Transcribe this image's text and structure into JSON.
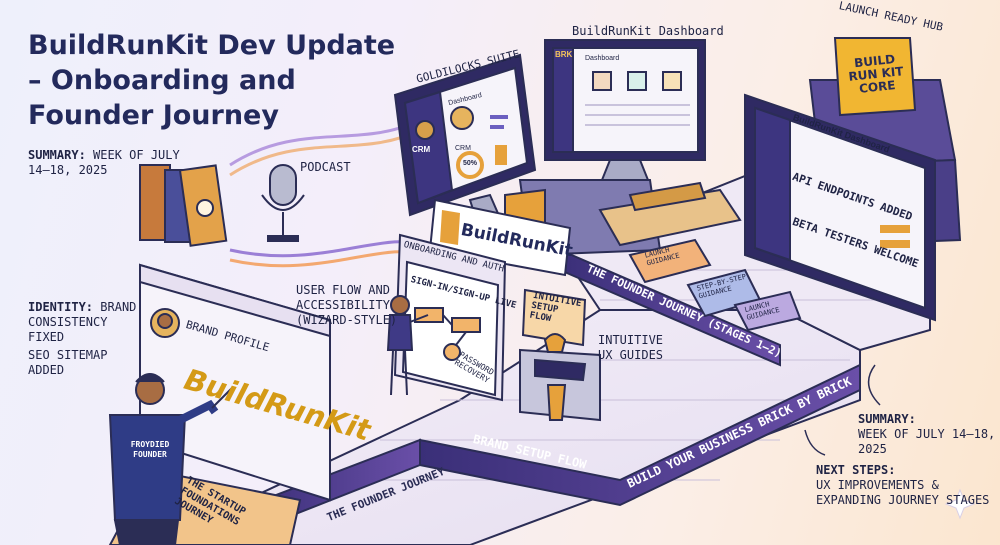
{
  "title": "BuildRunKit Dev Update – Onboarding and Founder Journey",
  "summary_left": {
    "label": "SUMMARY:",
    "text": "WEEK OF JULY 14–18, 2025"
  },
  "identity_note": {
    "label": "IDENTITY:",
    "text": "BRAND CONSISTENCY FIXED"
  },
  "seo_note": "SEO SITEMAP ADDED",
  "podcast_label": "PODCAST",
  "goldilocks": {
    "label": "GOLDILOCKS SUITE",
    "crm": "CRM",
    "dashboard": "Dashboard",
    "crm2": "CRM",
    "pct": "50%"
  },
  "dashboard_top": {
    "label": "BuildRunKit Dashboard",
    "logo": "BRK",
    "header": "Dashboard"
  },
  "launch_hub": {
    "label": "LAUNCH READY HUB",
    "box_text": "BUILD RUN KIT CORE"
  },
  "right_monitor": {
    "header": "BuildRunKit Dashboard",
    "line1": "API ENDPOINTS ADDED",
    "line2": "BETA TESTERS WELCOME"
  },
  "center_sign": "BuildRunKit",
  "user_flow": "USER FLOW AND ACCESSIBILITY (WIZARD-STYLE)",
  "onboarding_board": {
    "header": "ONBOARDING AND AUTH",
    "step1": "SIGN-IN/SIGN-UP LIVE",
    "step2": "PASSWORD RECOVERY"
  },
  "intuitive_sign": "INTUITIVE SETUP FLOW",
  "intuitive_guides": "INTUITIVE UX GUIDES",
  "brand_profile": {
    "label": "BRAND PROFILE",
    "logo": "BuildRunKit"
  },
  "founder_shirt": "FROYDIED FOUNDER",
  "foundations_label": "THE STARTUP FOUNDATIONS JOURNEY",
  "path_labels": {
    "founder_journey_stages": "THE FOUNDER JOURNEY (STAGES 1–2)",
    "founder_journey": "THE FOUNDER JOURNEY",
    "brand_setup": "BRAND SETUP FLOW",
    "build_brick": "BUILD YOUR BUSINESS BRICK BY BRICK"
  },
  "guidance_tiles": [
    "LAUNCH GUIDANCE",
    "STEP-BY-STEP GUIDANCE",
    "LAUNCH GUIDANCE"
  ],
  "summary_right": {
    "label": "SUMMARY:",
    "text": "WEEK OF JULY 14–18, 2025"
  },
  "next_steps": {
    "label": "NEXT STEPS:",
    "line1": "UX IMPROVEMENTS &",
    "line2": "EXPANDING JOURNEY STAGES"
  },
  "colors": {
    "navy": "#232a5c",
    "purple": "#4a3f8a",
    "orange": "#e9a13b",
    "gold": "#d49a16",
    "screen": "#f7f5fb"
  }
}
